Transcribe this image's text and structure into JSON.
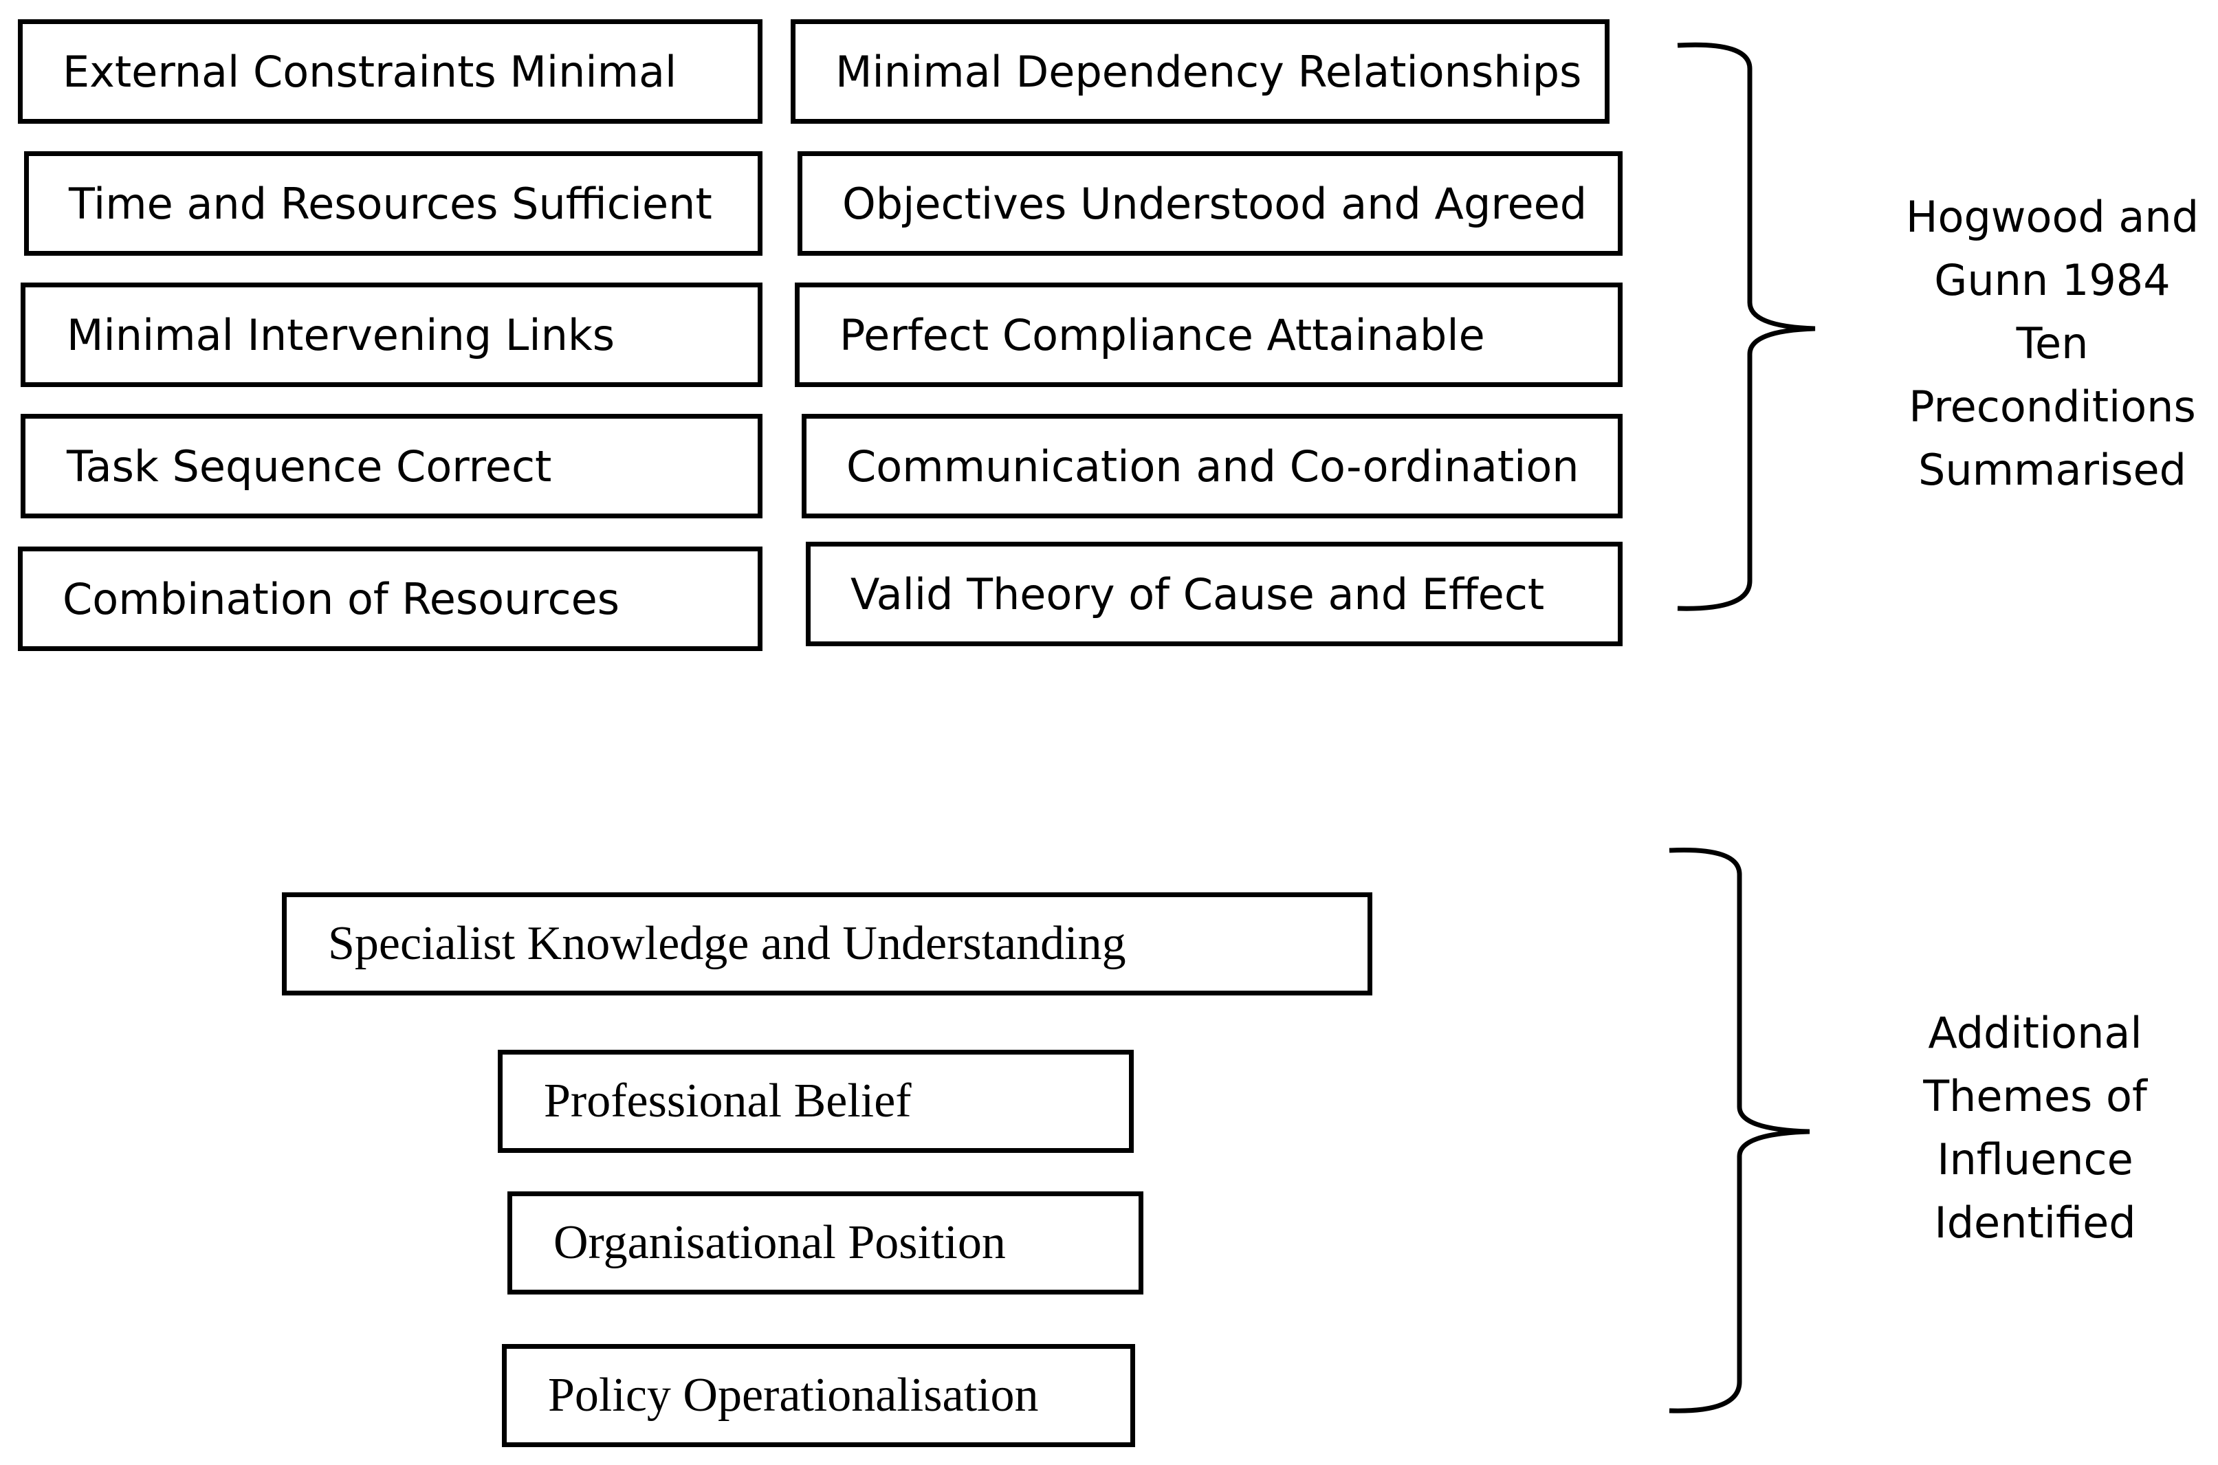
{
  "preconditions": {
    "left": [
      "External Constraints Minimal",
      "Time and Resources Sufficient",
      "Minimal Intervening Links",
      "Task Sequence Correct",
      "Combination of Resources"
    ],
    "right": [
      "Minimal Dependency Relationships",
      "Objectives Understood and Agreed",
      "Perfect Compliance Attainable",
      "Communication and Co-ordination",
      "Valid Theory of Cause and Effect"
    ],
    "label": [
      "Hogwood and",
      "Gunn 1984",
      "Ten",
      "Preconditions",
      "Summarised"
    ]
  },
  "themes": {
    "items": [
      "Specialist Knowledge and Understanding",
      "Professional Belief",
      "Organisational Position",
      "Policy Operationalisation"
    ],
    "label": [
      "Additional",
      "Themes of",
      "Influence",
      "Identified"
    ]
  }
}
